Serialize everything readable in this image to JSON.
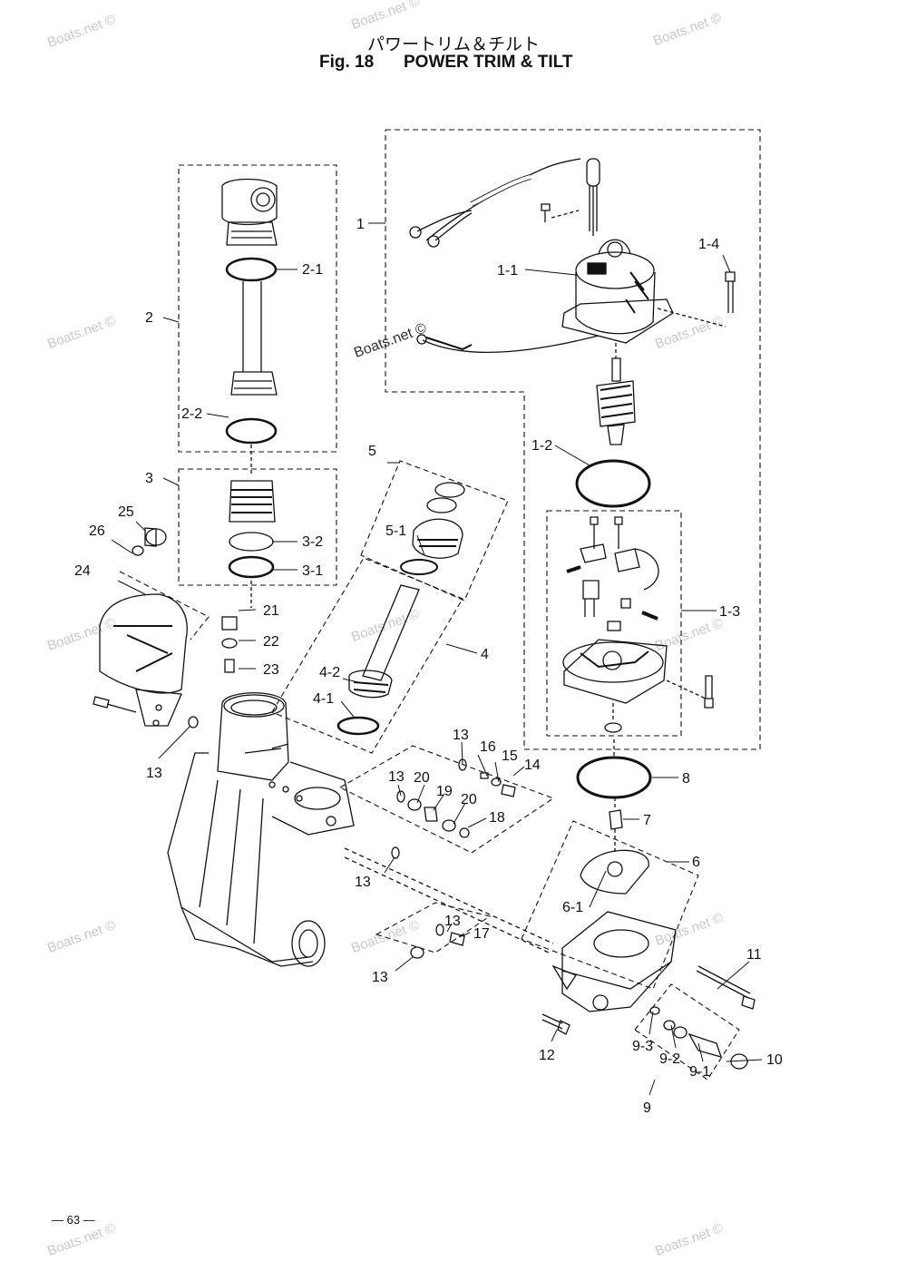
{
  "header": {
    "title_jp": "パワートリム＆チルト",
    "fig_number": "Fig. 18",
    "fig_title": "POWER  TRIM & TILT"
  },
  "watermark": "Boats.net ©",
  "footer": {
    "page_number": "— 63 —"
  },
  "callouts": [
    "1",
    "1-1",
    "1-2",
    "1-3",
    "1-4",
    "2",
    "2-1",
    "2-2",
    "3",
    "3-1",
    "3-2",
    "4",
    "4-1",
    "4-2",
    "5",
    "5-1",
    "6",
    "6-1",
    "7",
    "8",
    "9",
    "9-1",
    "9-2",
    "9-3",
    "10",
    "11",
    "12",
    "13",
    "14",
    "15",
    "16",
    "17",
    "18",
    "19",
    "20",
    "21",
    "22",
    "23",
    "24",
    "25",
    "26"
  ]
}
